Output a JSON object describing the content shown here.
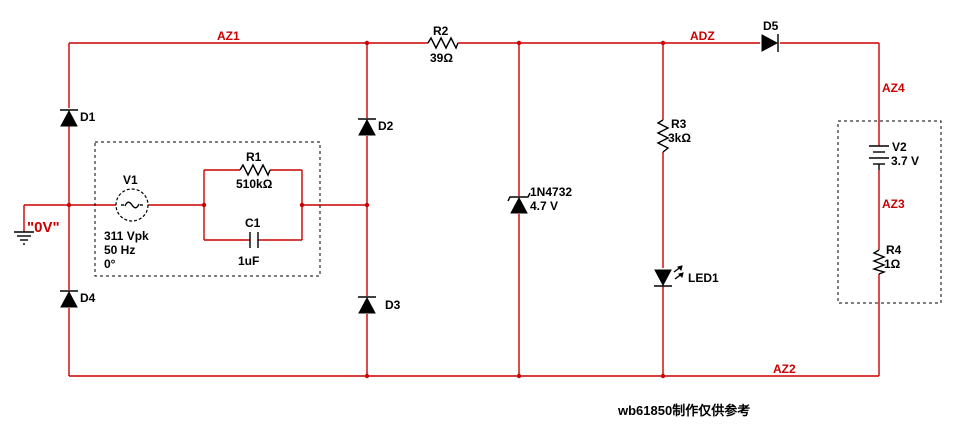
{
  "nets": {
    "az1": "AZ1",
    "adz": "ADZ",
    "az4": "AZ4",
    "az3": "AZ3",
    "az2": "AZ2",
    "gnd": "\"0V\""
  },
  "components": {
    "d1": "D1",
    "d2": "D2",
    "d3": "D3",
    "d4": "D4",
    "d5": "D5",
    "r2": {
      "ref": "R2",
      "value": "39Ω"
    },
    "r1": {
      "ref": "R1",
      "value": "510kΩ"
    },
    "c1": {
      "ref": "C1",
      "value": "1uF"
    },
    "v1": {
      "ref": "V1",
      "amp": "311 Vpk",
      "freq": "50 Hz",
      "phase": "0°"
    },
    "zener": {
      "ref": "1N4732",
      "value": "4.7 V"
    },
    "r3": {
      "ref": "R3",
      "value": "3kΩ"
    },
    "led1": "LED1",
    "v2": {
      "ref": "V2",
      "value": "3.7 V"
    },
    "r4": {
      "ref": "R4",
      "value": "1Ω"
    }
  },
  "credit": "wb61850制作仅供参考",
  "colors": {
    "wire": "#cc0000",
    "component": "#000000",
    "background": "#ffffff"
  }
}
